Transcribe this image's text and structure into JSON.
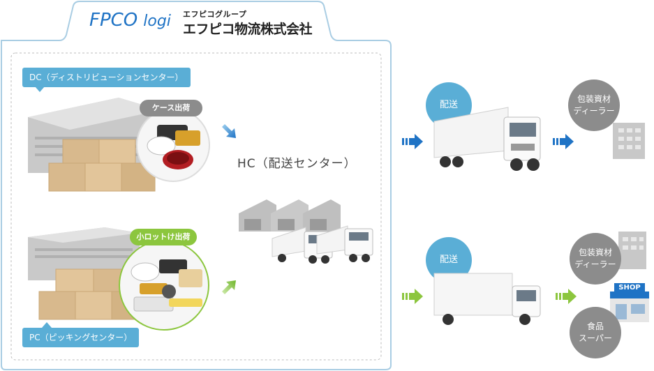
{
  "header": {
    "brand_main": "FPCO",
    "brand_sub": "logi",
    "company_group": "エフピコグループ",
    "company_name": "エフピコ物流株式会社"
  },
  "left_panel": {
    "dc_label": "DC（ディストリビューションセンター）",
    "dc_case_label": "ケース出荷",
    "pc_label": "PC（ピッキングセンター）",
    "pc_lot_label": "小ロットけ出荷"
  },
  "hc": {
    "label": "HC（配送センター）"
  },
  "flows": {
    "top_delivery": "配送",
    "bottom_delivery": "配送",
    "top_dest": [
      "包装資材",
      "ディーラー"
    ],
    "bottom_dest_1": [
      "包装資材",
      "ディーラー"
    ],
    "bottom_dest_2": [
      "食品",
      "スーパー"
    ],
    "shop_sign": "SHOP"
  },
  "colors": {
    "blue": "#1f73c5",
    "light_blue": "#5aaed6",
    "green": "#8cc63e",
    "gray": "#8c8c8c"
  }
}
